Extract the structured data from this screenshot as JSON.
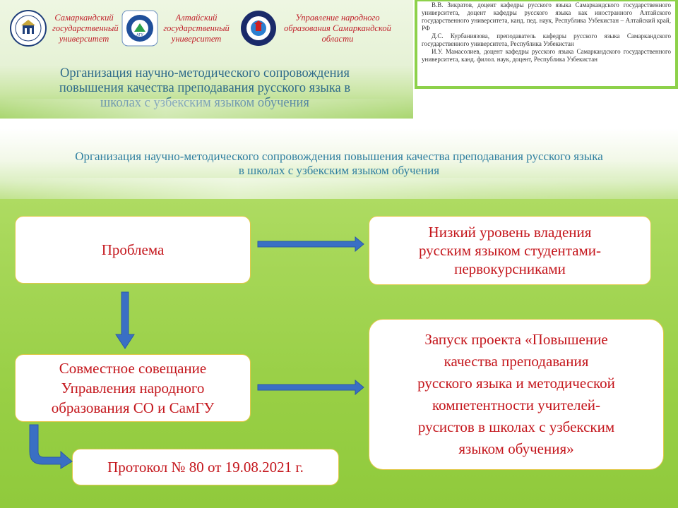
{
  "top_banner": {
    "universities": [
      {
        "name_lines": [
          "Самаркандский",
          "государственный",
          "университет"
        ],
        "logo": "samsu-logo"
      },
      {
        "name_lines": [
          "Алтайский",
          "государственный",
          "университет"
        ],
        "logo": "agu-logo"
      },
      {
        "name_lines": [
          "Управление народного",
          "образования Самаркандской",
          "области"
        ],
        "logo": "samarkand-region-logo"
      }
    ],
    "title_lines": [
      "Организация научно-методического сопровождения",
      "повышения качества преподавания русского языка в",
      "школах с узбекским языком обучения"
    ]
  },
  "authors": [
    "В.В. Зикратов, доцент кафедры русского языка Самаркандского государственного университета, доцент кафедры русского языка как иностранного Алтайского государственного университета, канд. пед. наук, Республика Узбекистан – Алтайский край, РФ",
    "Д.С. Курбаниязова, преподаватель кафедры русского языка Самаркандского государственного университета, Республика Узбекистан",
    "И.У. Мамасолиев, доцент кафедры русского языка Самаркандского государственного университета, канд. филол. наук, доцент, Республика Узбекистан"
  ],
  "main": {
    "title_lines": [
      "Организация научно-методического сопровождения повышения качества преподавания русского языка",
      "в школах с узбекским языком обучения"
    ],
    "boxes": {
      "problem": [
        "Проблема"
      ],
      "low_level": [
        "Низкий уровень владения",
        "русским языком студентами-",
        "первокурсниками"
      ],
      "meeting": [
        "Совместное совещание",
        "Управления народного",
        "образования СО и СамГУ"
      ],
      "project": [
        "Запуск проекта «Повышение",
        "качества преподавания",
        "русского языка и методической",
        "компетентности учителей-",
        "русистов в школах с узбекским",
        "языком обучения»"
      ],
      "protocol": [
        "Протокол № 80 от 19.08.2021 г."
      ]
    }
  },
  "colors": {
    "box_text": "#c4161c",
    "box_border": "#e2c84a",
    "arrow": "#3a6fc4",
    "title_blue": "#2f7fa0",
    "university_red": "#c0202a"
  }
}
